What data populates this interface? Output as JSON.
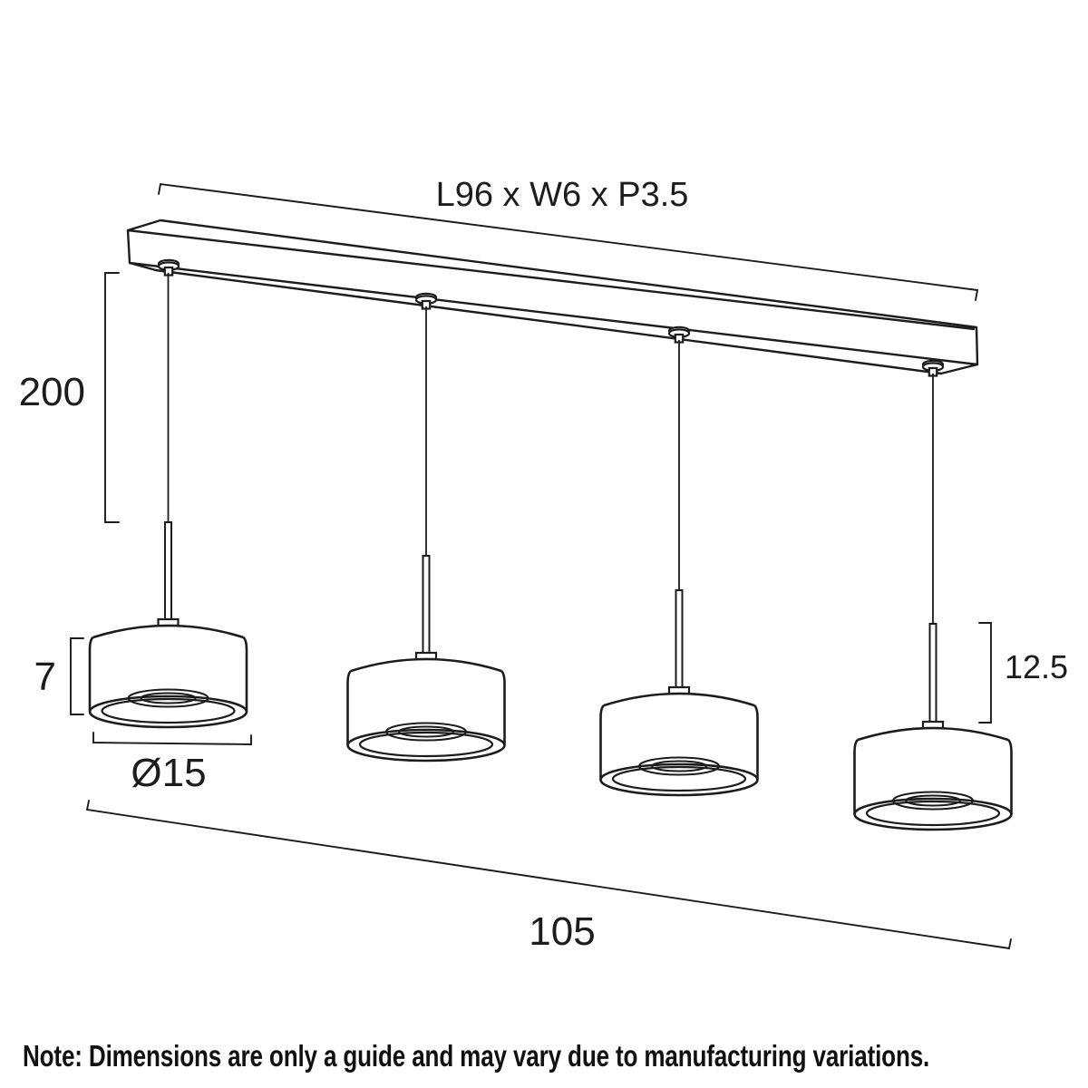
{
  "diagram": {
    "kind": "pendant-light-dimension-drawing",
    "pendant_count": 4,
    "labels": {
      "canopy_size": "L96 x W6 x P3.5",
      "drop_height": "200",
      "shade_height": "7",
      "shade_diameter": "Ø15",
      "stem_length": "12.5",
      "overall_length": "105"
    }
  },
  "note": "Note: Dimensions are only a guide and may vary due to manufacturing variations.",
  "style": {
    "ink_color": "#1c1c1c",
    "background": "#ffffff"
  }
}
